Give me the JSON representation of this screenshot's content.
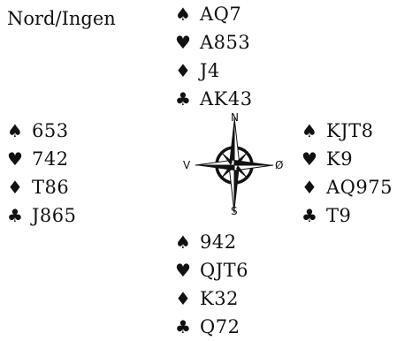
{
  "label": "Nord/Ingen",
  "suits": {
    "spades": "♠",
    "hearts": "♥",
    "diamonds": "♦",
    "clubs": "♣"
  },
  "hands": {
    "north": {
      "spades": "AQ7",
      "hearts": "A853",
      "diamonds": "J4",
      "clubs": "AK43"
    },
    "west": {
      "spades": "653",
      "hearts": "742",
      "diamonds": "T86",
      "clubs": "J865"
    },
    "east": {
      "spades": "KJT8",
      "hearts": "K9",
      "diamonds": "AQ975",
      "clubs": "T9"
    },
    "south": {
      "spades": "942",
      "hearts": "QJT6",
      "diamonds": "K32",
      "clubs": "Q72"
    }
  },
  "compass": {
    "n": "N",
    "s": "S",
    "e": "Ø",
    "w": "V"
  }
}
